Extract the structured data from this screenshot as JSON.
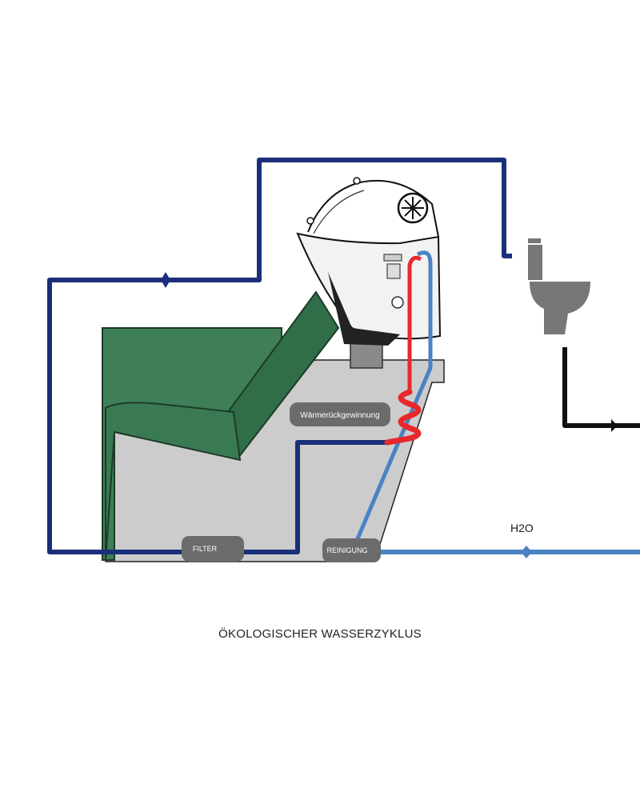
{
  "labels": {
    "heat_recovery": "Wärmerückgewinnung",
    "filter": "FILTER",
    "cleaning": "REINIGUNG",
    "water": "H2O"
  },
  "caption": "ÖKOLOGISCHER WASSERZYKLUS",
  "colors": {
    "recycled_pipe": "#1a2f7a",
    "fresh_pipe": "#4a82c4",
    "hot_pipe": "#e8282b",
    "waste_pipe": "#111111",
    "chair": "#3e7f58",
    "unit_body": "#cccccc",
    "label_pill": "#6b6b6b",
    "toilet": "#777777"
  }
}
